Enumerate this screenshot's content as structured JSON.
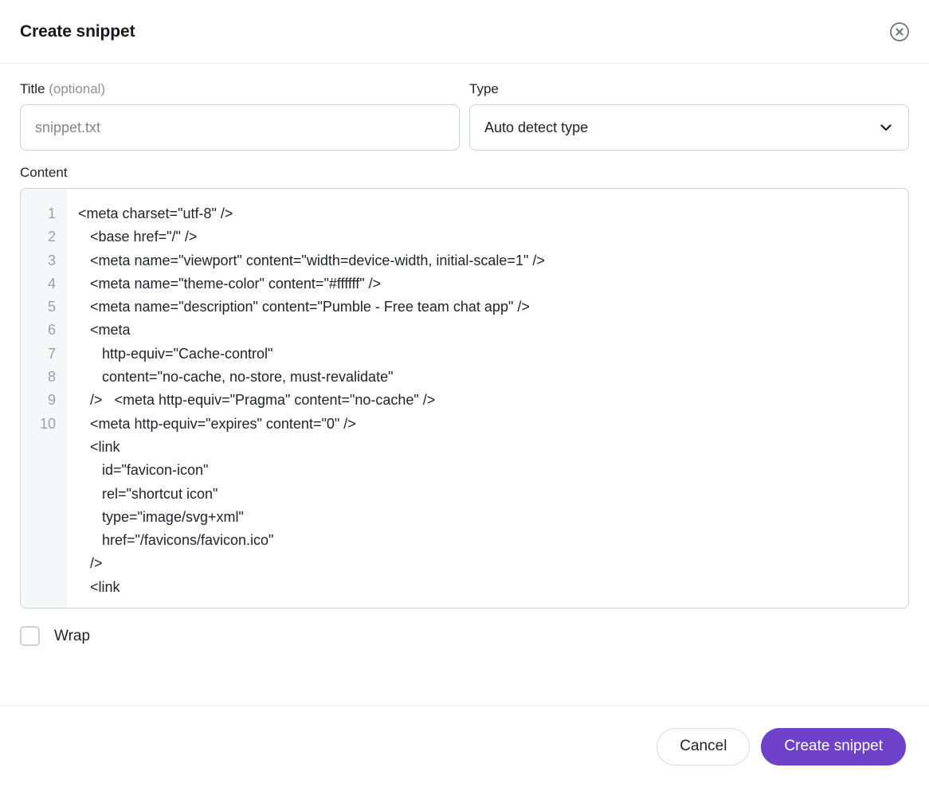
{
  "dialog": {
    "title": "Create snippet",
    "close_icon": "close-circle-icon"
  },
  "form": {
    "title_field": {
      "label": "Title ",
      "label_optional": "(optional)",
      "placeholder": "snippet.txt",
      "value": ""
    },
    "type_field": {
      "label": "Type",
      "selected": "Auto detect type",
      "chevron_icon": "chevron-down-icon"
    },
    "content_field": {
      "label": "Content",
      "line_numbers": [
        "1",
        "2",
        "3",
        "4",
        "5",
        "6",
        "7",
        "8",
        "9",
        "10"
      ],
      "lines": [
        "<meta charset=\"utf-8\" />",
        "   <base href=\"/\" />",
        "   <meta name=\"viewport\" content=\"width=device-width, initial-scale=1\" />",
        "   <meta name=\"theme-color\" content=\"#ffffff\" />",
        "   <meta name=\"description\" content=\"Pumble - Free team chat app\" />",
        "   <meta",
        "      http-equiv=\"Cache-control\"",
        "      content=\"no-cache, no-store, must-revalidate\"",
        "   />   <meta http-equiv=\"Pragma\" content=\"no-cache\" />",
        "   <meta http-equiv=\"expires\" content=\"0\" />",
        "   <link",
        "      id=\"favicon-icon\"",
        "      rel=\"shortcut icon\"",
        "      type=\"image/svg+xml\"",
        "      href=\"/favicons/favicon.ico\"",
        "   />",
        "   <link"
      ]
    },
    "wrap_checkbox": {
      "label": "Wrap",
      "checked": false
    }
  },
  "footer": {
    "cancel_label": "Cancel",
    "create_label": "Create snippet"
  },
  "colors": {
    "primary": "#6d42c8",
    "border": "#ccd3dc",
    "divider": "#eceef1",
    "gutter_bg": "#f6f7f9",
    "muted_text": "#8a9099"
  }
}
